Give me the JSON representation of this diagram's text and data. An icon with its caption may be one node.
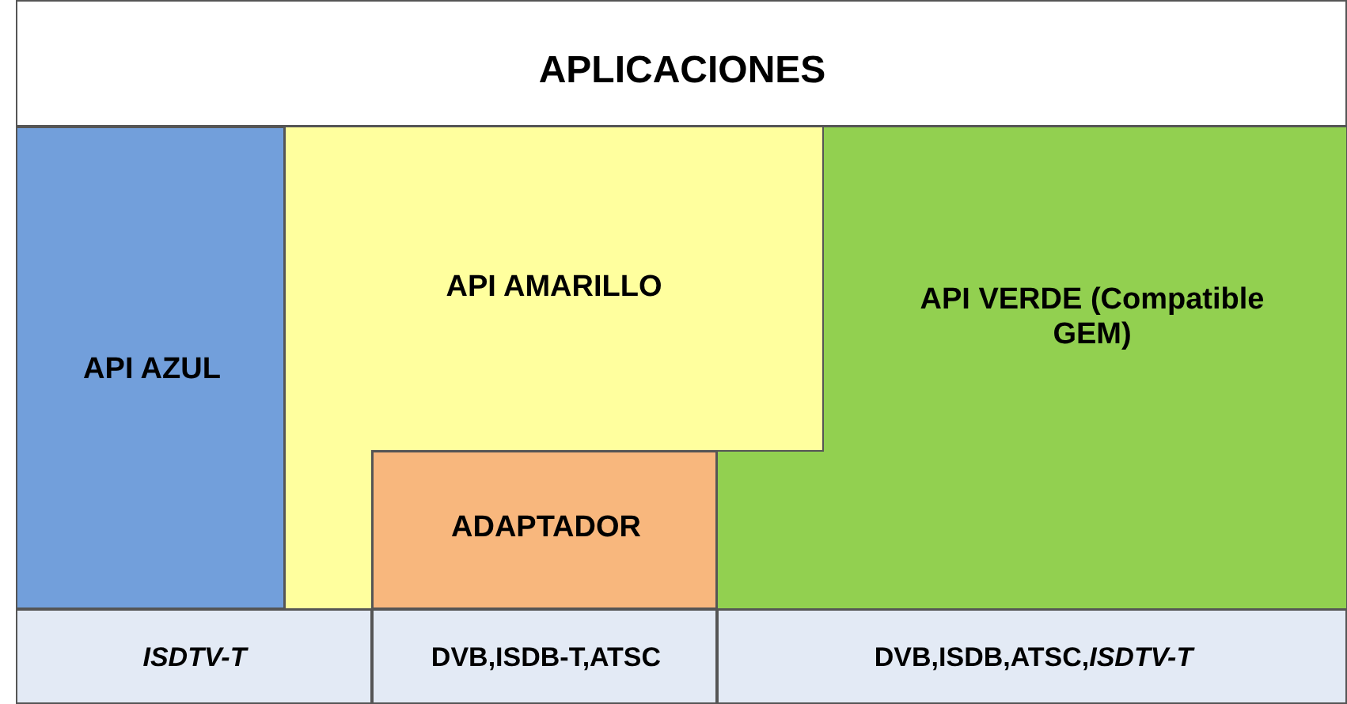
{
  "diagram": {
    "nodes": [
      {
        "text": [
          "APLICACIONES"
        ]
      },
      {
        "text": [
          "API AZUL"
        ]
      },
      {
        "text": [
          "API AMARILLO"
        ]
      },
      {
        "text": [
          "ADAPTADOR"
        ]
      },
      {
        "text": [
          "API VERDE (Compatible GEM)"
        ]
      },
      {
        "text": [
          "ISDTV-T"
        ]
      },
      {
        "text": [
          "DVB,ISDB-T,ATSC"
        ]
      },
      {
        "text": [
          "DVB,ISDB,ATSC,*ISDTV-T*"
        ]
      }
    ]
  }
}
